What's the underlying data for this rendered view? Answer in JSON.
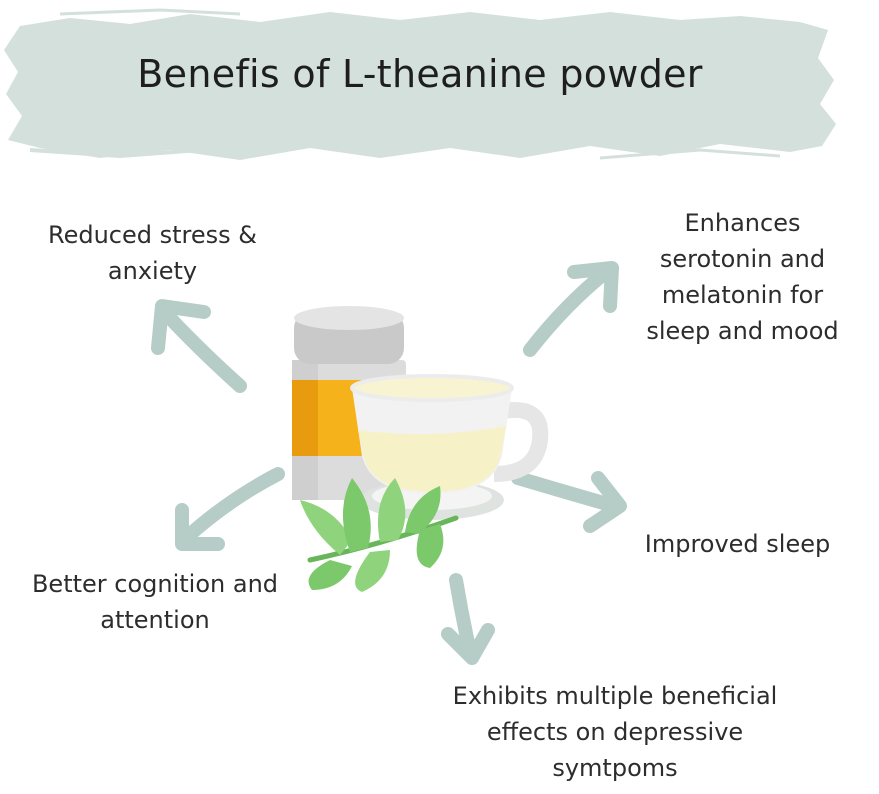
{
  "title": "Benefis of L-theanine powder",
  "benefits": {
    "stress": [
      "Reduced stress &",
      "anxiety"
    ],
    "serotonin": [
      "Enhances",
      "serotonin and",
      "melatonin for",
      "sleep and mood"
    ],
    "sleep": [
      "Improved sleep"
    ],
    "cognition": [
      "Better cognition and",
      "attention"
    ],
    "depressive": [
      "Exhibits multiple beneficial",
      "effects on depressive",
      "symtpoms"
    ]
  },
  "colors": {
    "banner": "#d4e0dc",
    "arrow": "#b5cdc6",
    "jar_body": "#dcdcdc",
    "jar_label": "#f6b21a",
    "tea": "#f5f0c6",
    "leaf": "#7bc96a"
  },
  "icons": [
    "supplement-jar-icon",
    "tea-cup-icon",
    "tea-leaf-icon"
  ]
}
